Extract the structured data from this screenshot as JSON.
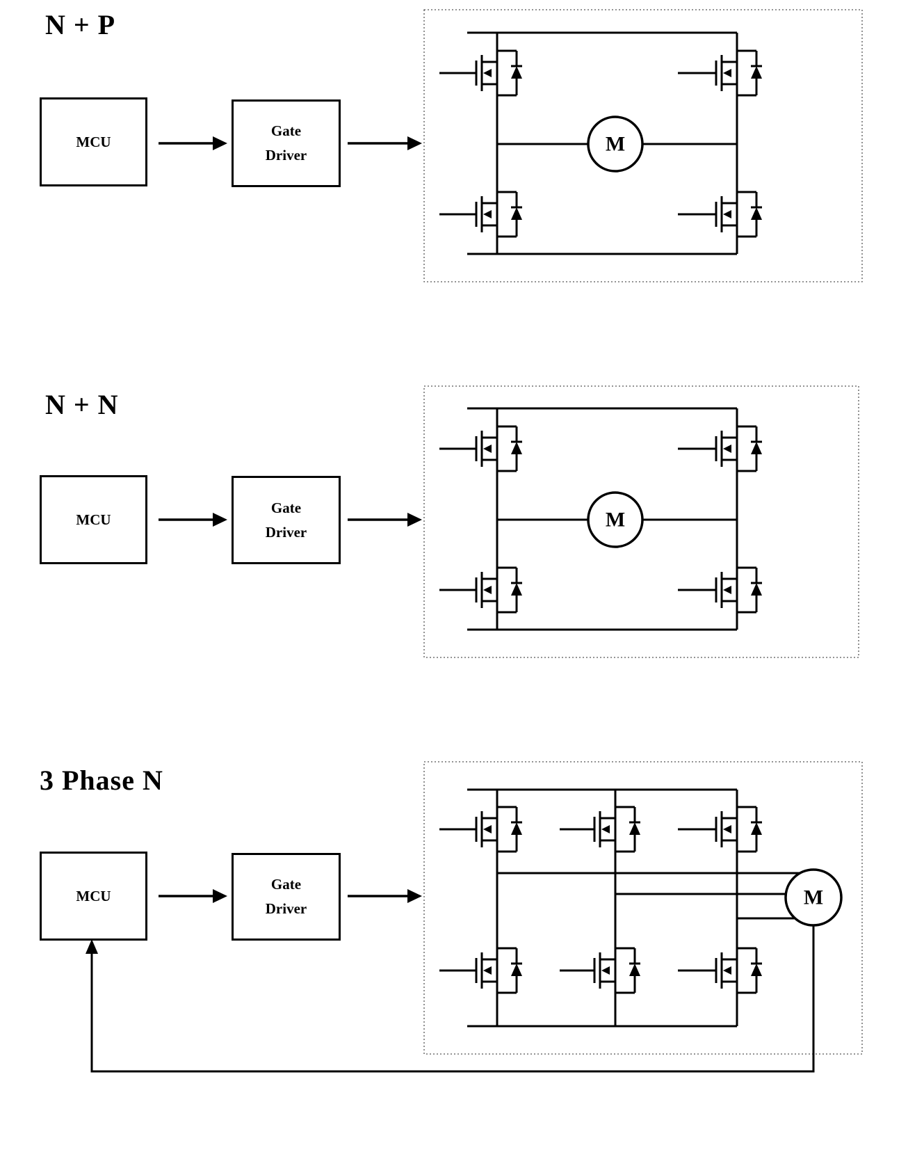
{
  "canvas": {
    "background": "#ffffff",
    "ink": "#000000"
  },
  "sections": [
    {
      "title": "N + P",
      "mcu": "MCU",
      "gate_driver": [
        "Gate",
        "Driver"
      ],
      "motor": "M",
      "circuit": "Full H-bridge of 4 MOSFETs with body diodes driving motor M"
    },
    {
      "title": "N + N",
      "mcu": "MCU",
      "gate_driver": [
        "Gate",
        "Driver"
      ],
      "motor": "M",
      "circuit": "Full H-bridge of 4 N-channel MOSFETs with body diodes driving motor M"
    },
    {
      "title": "3 Phase N",
      "mcu": "MCU",
      "gate_driver": [
        "Gate",
        "Driver"
      ],
      "motor": "M",
      "circuit": "Three-phase inverter of 6 N-channel MOSFETs driving motor M with feedback line to MCU"
    }
  ]
}
